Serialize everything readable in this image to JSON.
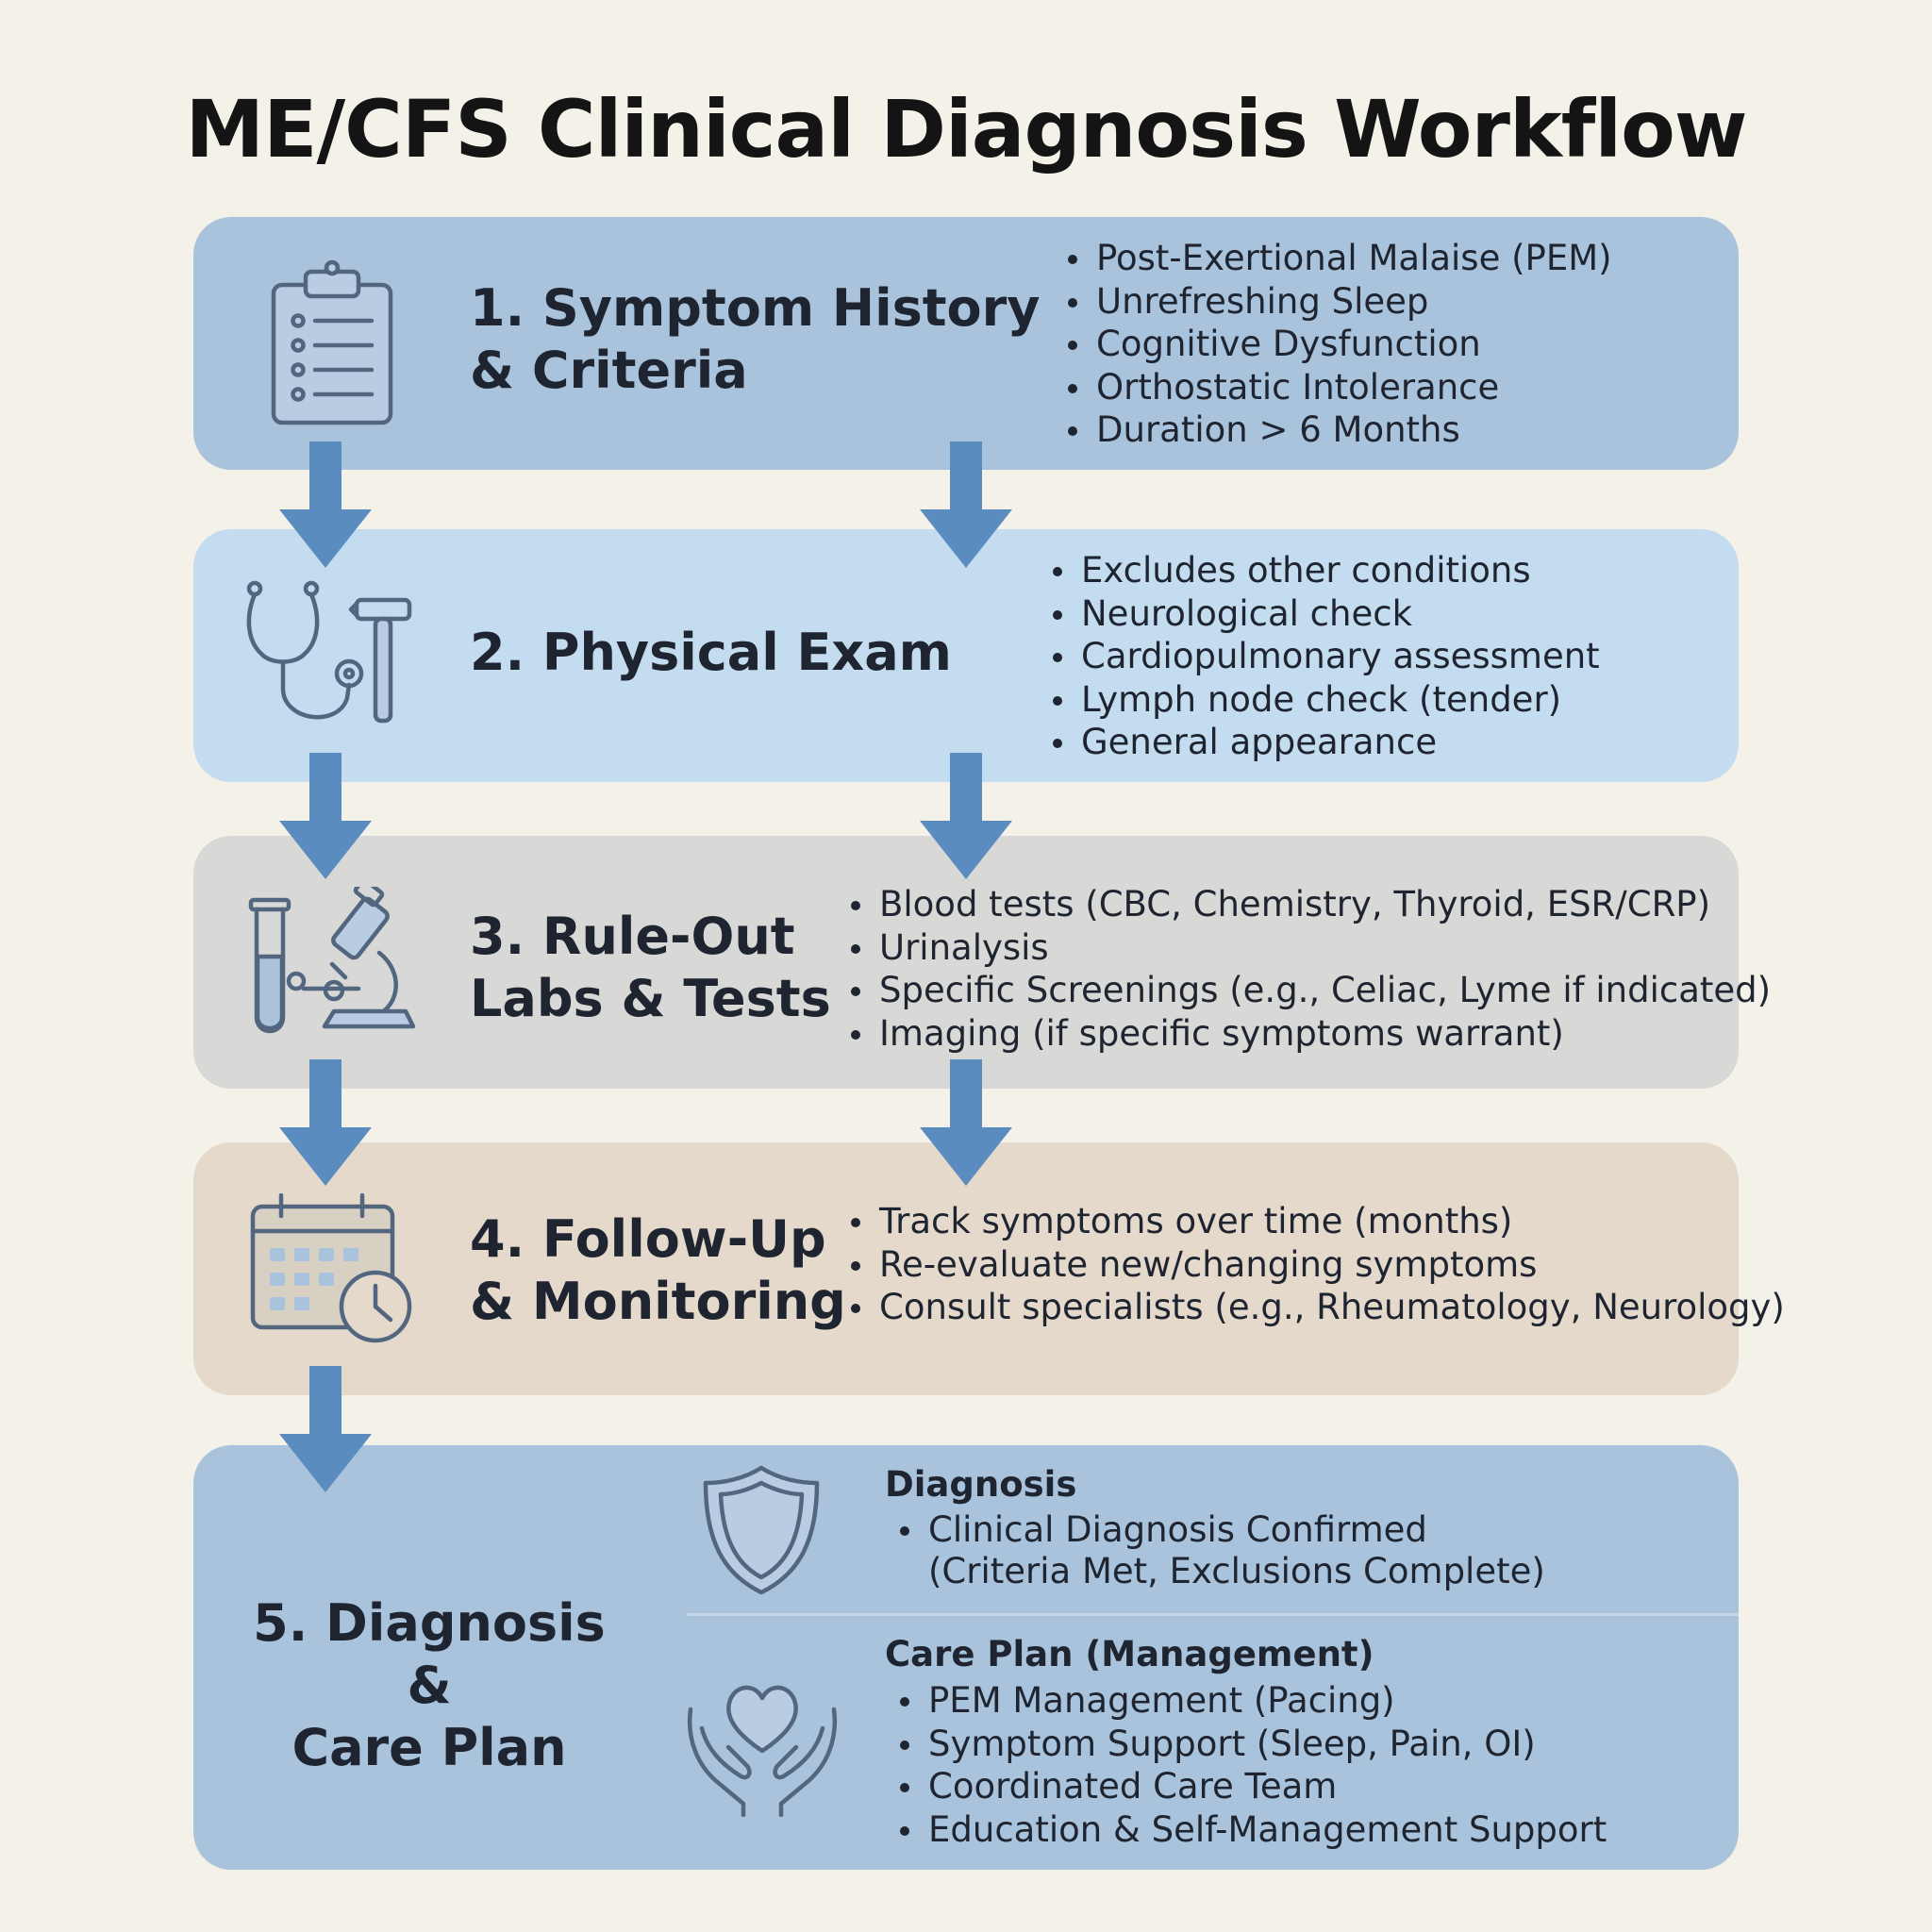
{
  "title": "ME/CFS Clinical Diagnosis Workflow",
  "colors": {
    "step1": "#a9c3dc",
    "step2": "#c4dcef",
    "step3": "#d8d8d6",
    "step4": "#e4d9cb",
    "step5": "#a9c3dc",
    "arrow": "#5b8cc0",
    "icon_stroke": "#52667f"
  },
  "steps": [
    {
      "title": "1. Symptom History\n& Criteria",
      "icon": "clipboard-icon",
      "bullets": [
        "Post-Exertional Malaise (PEM)",
        "Unrefreshing Sleep",
        "Cognitive Dysfunction",
        "Orthostatic Intolerance",
        "Duration > 6 Months"
      ]
    },
    {
      "title": "2. Physical Exam",
      "icon": "stethoscope-icon",
      "bullets": [
        "Excludes other conditions",
        "Neurological check",
        "Cardiopulmonary assessment",
        "Lymph node check (tender)",
        "General appearance"
      ]
    },
    {
      "title": "3. Rule-Out\nLabs & Tests",
      "icon": "microscope-icon",
      "bullets": [
        "Blood tests (CBC, Chemistry, Thyroid, ESR/CRP)",
        "Urinalysis",
        "Specific Screenings (e.g., Celiac, Lyme if indicated)",
        "Imaging (if specific symptoms warrant)"
      ]
    },
    {
      "title": "4. Follow-Up\n& Monitoring",
      "icon": "calendar-clock-icon",
      "bullets": [
        "Track symptoms over time (months)",
        "Re-evaluate new/changing symptoms",
        "Consult specialists (e.g., Rheumatology, Neurology)"
      ]
    },
    {
      "title": "5. Diagnosis &\nCare Plan",
      "diagnosis": {
        "heading": "Diagnosis",
        "icon": "shield-icon",
        "bullets": [
          "Clinical Diagnosis Confirmed"
        ],
        "continuation": "(Criteria Met, Exclusions Complete)"
      },
      "care_plan": {
        "heading": "Care Plan (Management)",
        "icon": "heart-hands-icon",
        "bullets": [
          "PEM Management (Pacing)",
          "Symptom Support (Sleep, Pain, OI)",
          "Coordinated Care Team",
          "Education & Self-Management Support"
        ]
      }
    }
  ]
}
